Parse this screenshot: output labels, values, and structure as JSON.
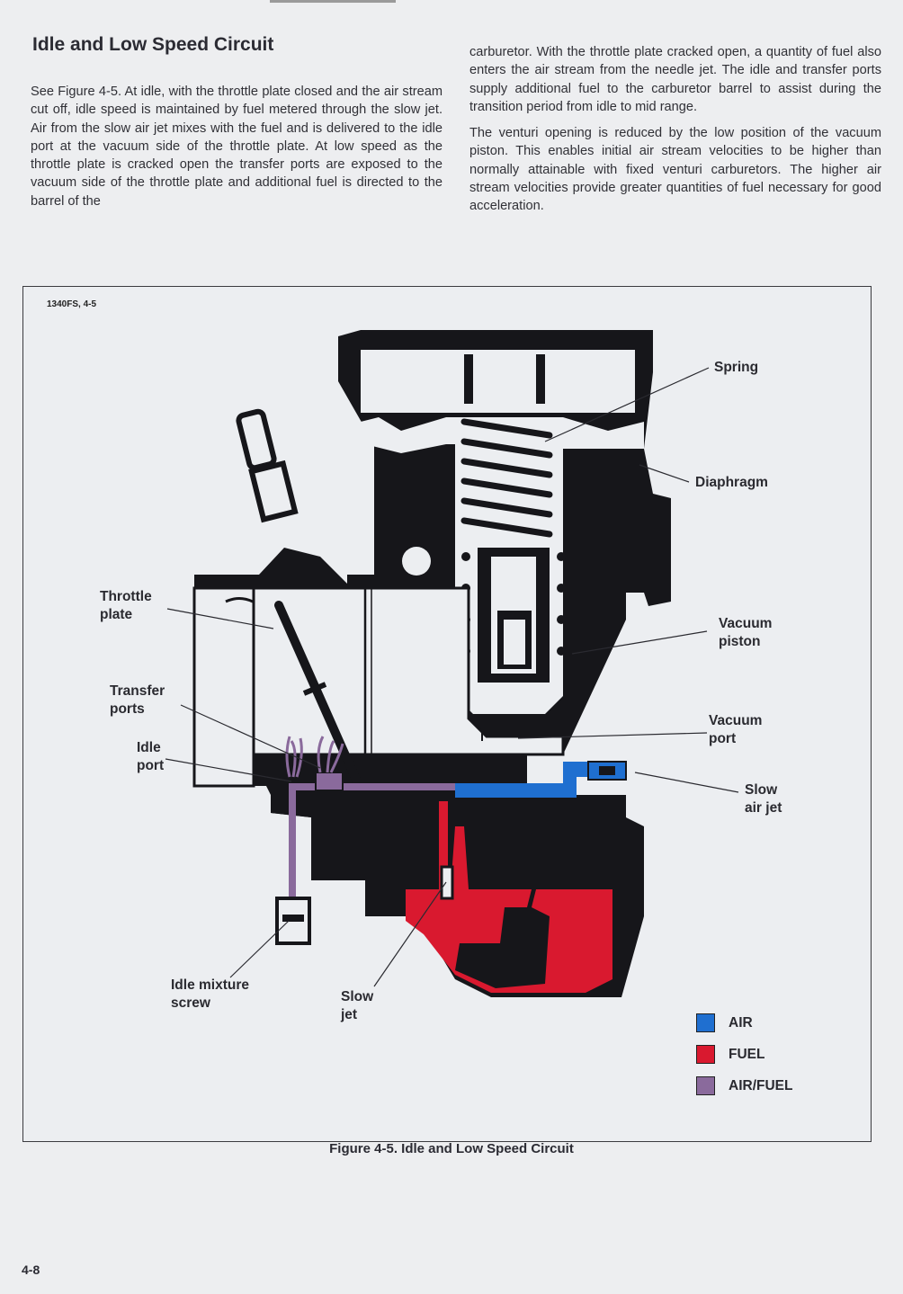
{
  "section": {
    "heading": "Idle and Low Speed Circuit",
    "left_column": [
      "See Figure 4-5. At idle, with the throttle plate closed and the air stream cut off, idle speed is maintained by fuel metered through the slow jet. Air from the slow air jet mixes with the fuel and is delivered to the idle port at the vacuum side of the throttle plate. At low speed as the throttle plate is cracked open the transfer ports are exposed to the vacuum side of the throttle plate and additional fuel is directed to the barrel of the"
    ],
    "right_column": [
      "carburetor. With the throttle plate cracked open, a quantity of fuel also enters the air stream from the needle jet. The idle and transfer ports supply additional fuel to the carburetor barrel to assist during the transition period from idle to mid range.",
      "The venturi opening is reduced by the low position of the vacuum piston. This enables initial air stream velocities to be higher than normally attainable with fixed venturi carburetors. The higher air stream velocities provide greater quantities of fuel necessary for good acceleration."
    ]
  },
  "figure": {
    "id_label": "1340FS, 4-5",
    "caption": "Figure 4-5. Idle and Low Speed Circuit",
    "callouts": {
      "spring": "Spring",
      "diaphragm": "Diaphragm",
      "vacuum_piston": "Vacuum\npiston",
      "vacuum_port": "Vacuum\nport",
      "slow_air_jet": "Slow\nair jet",
      "throttle_plate": "Throttle\nplate",
      "transfer_ports": "Transfer\nports",
      "idle_port": "Idle\nport",
      "idle_mixture_screw": "Idle mixture\nscrew",
      "slow_jet": "Slow\njet"
    },
    "legend": [
      {
        "label": "AIR",
        "color": "#1f6fd0"
      },
      {
        "label": "FUEL",
        "color": "#d9192f"
      },
      {
        "label": "AIR/FUEL",
        "color": "#8a6a9c"
      }
    ]
  },
  "page_number": "4-8"
}
